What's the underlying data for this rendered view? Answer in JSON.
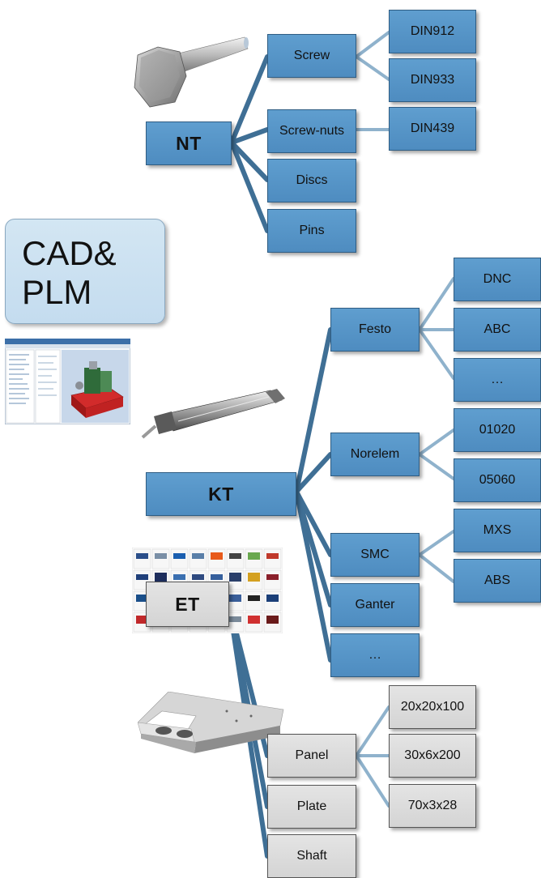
{
  "cad_box": {
    "line1": "CAD&",
    "line2": "PLM"
  },
  "nt": {
    "root": "NT",
    "children": [
      "Screw",
      "Screw-nuts",
      "Discs",
      "Pins"
    ],
    "screw_types": [
      "DIN912",
      "DIN933"
    ],
    "nut_types": [
      "DIN439"
    ]
  },
  "kt": {
    "root": "KT",
    "children": [
      "Festo",
      "Norelem",
      "SMC",
      "Ganter",
      "…"
    ],
    "festo_types": [
      "DNC",
      "ABC",
      "…"
    ],
    "norelem_types": [
      "01020",
      "05060"
    ],
    "smc_types": [
      "MXS",
      "ABS"
    ]
  },
  "et": {
    "root": "ET",
    "children": [
      "Panel",
      "Plate",
      "Shaft"
    ],
    "panel_sizes": [
      "20x20x100",
      "30x6x200",
      "70x3x28"
    ]
  },
  "colors": {
    "blue_node": "#5a98cb",
    "grey_node": "#dcdcdc",
    "dark_connector": "#3f6f95",
    "light_connector": "#8fb2cc",
    "cad_box": "#cde2f2"
  },
  "images": [
    "bolt-image",
    "cad-screenshot-image",
    "cylinder-image",
    "vendor-logos-image",
    "plate-image"
  ]
}
